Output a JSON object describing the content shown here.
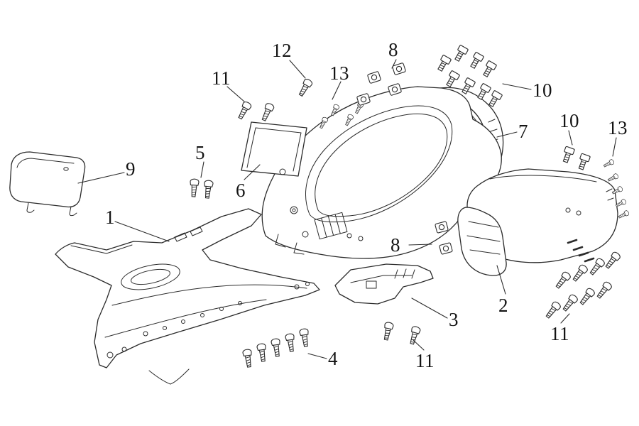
{
  "canvas": {
    "background": "#ffffff",
    "line_color": "#2b2b2b",
    "label_color": "#141414"
  },
  "callouts": [
    {
      "label": "12"
    },
    {
      "label": "8"
    },
    {
      "label": "13"
    },
    {
      "label": "11"
    },
    {
      "label": "10"
    },
    {
      "label": "10"
    },
    {
      "label": "13"
    },
    {
      "label": "7"
    },
    {
      "label": "9"
    },
    {
      "label": "5"
    },
    {
      "label": "6"
    },
    {
      "label": "1"
    },
    {
      "label": "8"
    },
    {
      "label": "2"
    },
    {
      "label": "3"
    },
    {
      "label": "11"
    },
    {
      "label": "4"
    },
    {
      "label": "11"
    }
  ]
}
